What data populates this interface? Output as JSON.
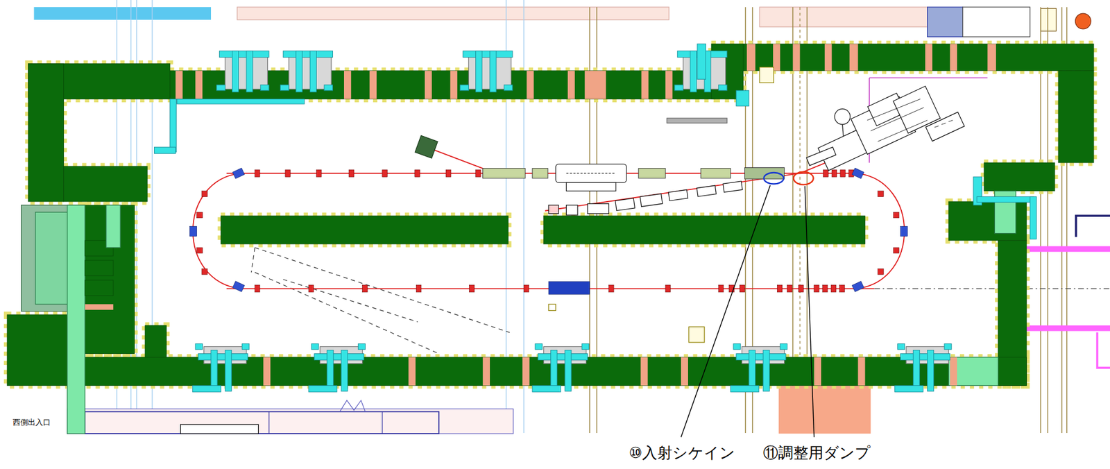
{
  "diagram": {
    "labels": [
      "⑩入射シケイン",
      "⑪調整用ダンプ",
      "西側出入口"
    ]
  }
}
